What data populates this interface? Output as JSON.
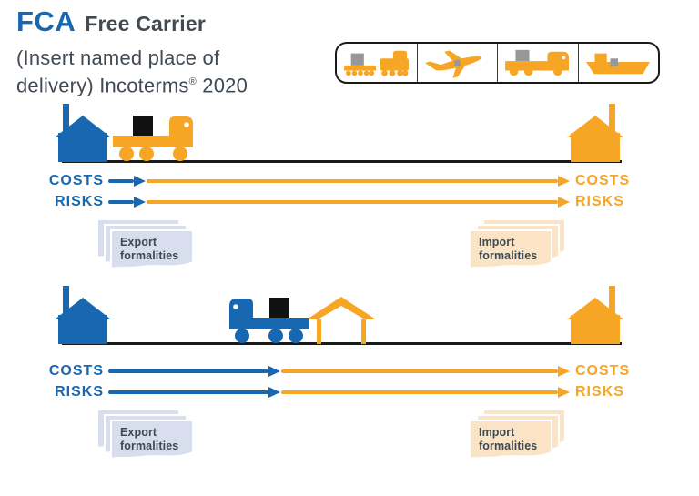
{
  "colors": {
    "blue": "#1767B1",
    "orange": "#F6A525",
    "dark": "#414A53",
    "ground": "#1A1A1A",
    "doc_blue": "#D9DEEF",
    "doc_peach": "#FBE4C5",
    "doc_text": "#3E4952",
    "cargo_gray": "#96989A"
  },
  "header": {
    "acronym": "FCA",
    "term": "Free Carrier",
    "subtitle_line1": "(Insert named place of",
    "subtitle_line2_pre": "delivery) Incoterms",
    "subtitle_reg": "®",
    "subtitle_line2_post": " 2020"
  },
  "transport_modes": {
    "items": [
      {
        "icon": "freight-train-icon"
      },
      {
        "icon": "airplane-icon"
      },
      {
        "icon": "truck-icon"
      },
      {
        "icon": "cargo-ship-icon"
      }
    ]
  },
  "diagrams": [
    {
      "costs_left": "COSTS",
      "risks_left": "RISKS",
      "costs_right": "COSTS",
      "risks_right": "RISKS",
      "export_formalities": "Export formalities",
      "import_formalities": "Import formalities"
    },
    {
      "costs_left": "COSTS",
      "risks_left": "RISKS",
      "costs_right": "COSTS",
      "risks_right": "RISKS",
      "export_formalities": "Export formalities",
      "import_formalities": "Import formalities"
    }
  ]
}
